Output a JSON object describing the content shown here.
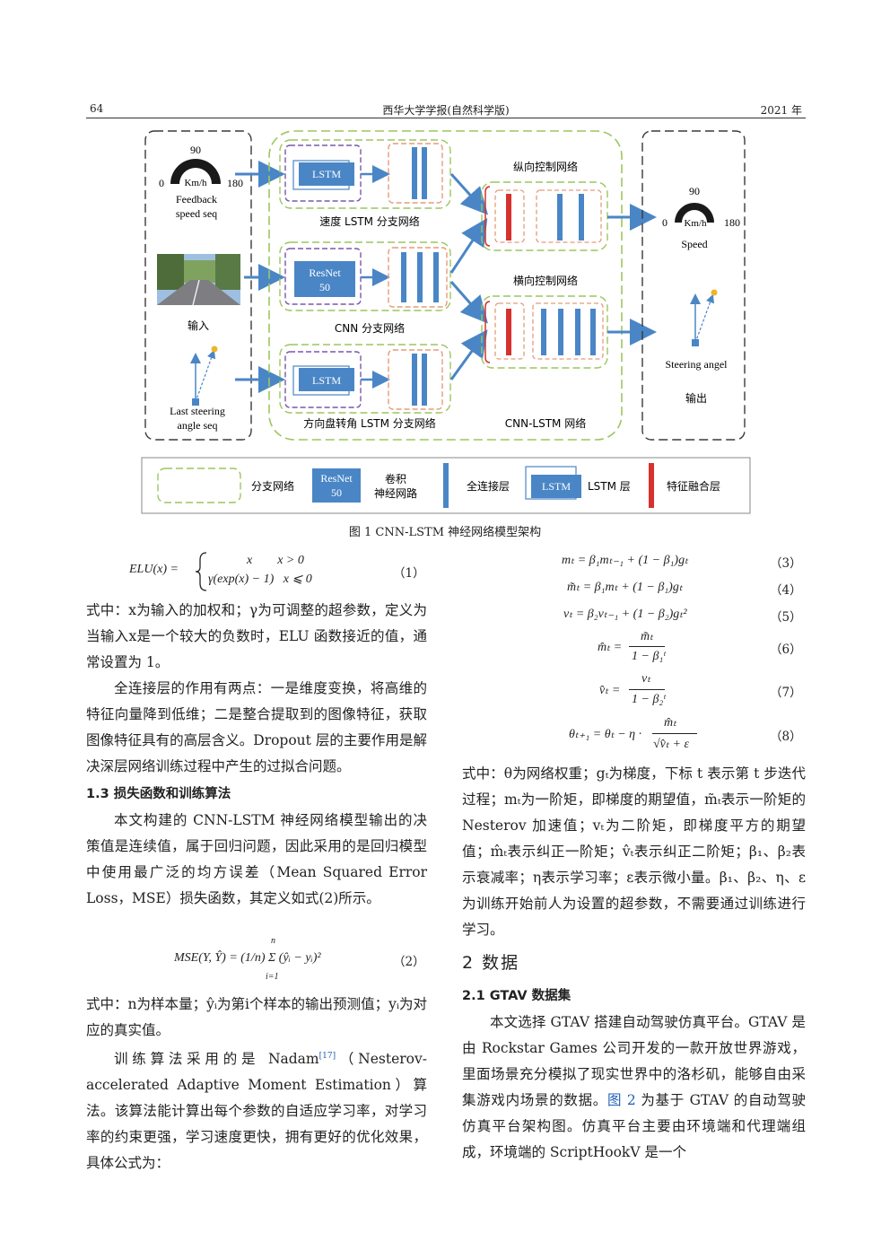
{
  "header": {
    "page_number": "64",
    "journal": "西华大学学报(自然科学版)",
    "year": "2021 年"
  },
  "figure": {
    "gauge_left": {
      "min": "0",
      "mid": "90",
      "max": "180",
      "unit": "Km/h"
    },
    "input_labels": {
      "feedback": "Feedback",
      "speed_seq": "speed seq",
      "input": "输入",
      "last_steering": "Last steering",
      "angle_seq": "angle seq"
    },
    "branch_labels": {
      "speed_lstm": "速度 LSTM 分支网络",
      "cnn": "CNN 分支网络",
      "steer_lstm": "方向盘转角 LSTM 分支网络"
    },
    "block_labels": {
      "lstm": "LSTM",
      "resnet_top": "ResNet",
      "resnet_bottom": "50"
    },
    "control_labels": {
      "longitudinal": "纵向控制网络",
      "lateral": "横向控制网络",
      "cnn_lstm": "CNN-LSTM 网络"
    },
    "gauge_right": {
      "min": "0",
      "mid": "90",
      "max": "180",
      "unit": "Km/h"
    },
    "output_labels": {
      "speed": "Speed",
      "steering": "Steering angel",
      "output": "输出"
    },
    "legend": {
      "branch": "分支网络",
      "resnet_top": "ResNet",
      "resnet_bottom": "50",
      "conv_top": "卷积",
      "conv_bottom": "神经网路",
      "fc": "全连接层",
      "lstm": "LSTM",
      "lstm_layer": "LSTM 层",
      "fusion": "特征融合层"
    },
    "caption": "图 1    CNN-LSTM 神经网络模型架构"
  },
  "colors": {
    "blue": "#4a86c6",
    "red": "#d6312d",
    "green_dash": "#9cc65f",
    "orange_dash": "#e69b7a",
    "purple_dash": "#7a58a8",
    "dark_dash": "#3a3a3a"
  },
  "left_column": {
    "eq1_lhs": "ELU(x) =",
    "eq1_case1": "x        x > 0",
    "eq1_case2": "γ(exp(x) − 1)   x ⩽ 0",
    "eq1_num": "（1）",
    "p1": "式中：x为输入的加权和；γ为可调整的超参数，定义为当输入x是一个较大的负数时，ELU 函数接近的值，通常设置为 1。",
    "p2": "全连接层的作用有两点：一是维度变换，将高维的特征向量降到低维；二是整合提取到的图像特征，获取图像特征具有的高层含义。Dropout 层的主要作用是解决深层网络训练过程中产生的过拟合问题。",
    "sec13": "1.3   损失函数和训练算法",
    "p3": "本文构建的 CNN-LSTM 神经网络模型输出的决策值是连续值，属于回归问题，因此采用的是回归模型中使用最广泛的均方误差（Mean Squared Error Loss，MSE）损失函数，其定义如式(2)所示。",
    "eq2": "MSE(Y, Ŷ) = (1/n) Σ (ŷᵢ − yᵢ)²",
    "eq2_top": "n",
    "eq2_bottom": "i=1",
    "eq2_num": "（2）",
    "p4": "式中：n为样本量；ŷᵢ为第i个样本的输出预测值；yᵢ为对应的真实值。",
    "p5a": "训练算法采用的是 Nadam",
    "p5ref": "[17]",
    "p5b": "（Nesterov-accelerated Adaptive Moment Estimation）算法。该算法能计算出每个参数的自适应学习率，对学习率的约束更强，学习速度更快，拥有更好的优化效果，具体公式为："
  },
  "right_column": {
    "eq3": "mₜ = β₁mₜ₋₁ + (1 − β₁)gₜ",
    "eq3_num": "（3）",
    "eq4": "m̃ₜ = β₁mₜ + (1 − β₁)gₜ",
    "eq4_num": "（4）",
    "eq5": "vₜ = β₂vₜ₋₁ + (1 − β₂)gₜ²",
    "eq5_num": "（5）",
    "eq6_lhs": "m̂ₜ =",
    "eq6_num_top": "m̃ₜ",
    "eq6_den": "1 − β₁ᵗ",
    "eq6_num": "（6）",
    "eq7_lhs": "v̂ₜ =",
    "eq7_num_top": "vₜ",
    "eq7_den": "1 − β₂ᵗ",
    "eq7_num": "（7）",
    "eq8_lhs": "θₜ₊₁ = θₜ − η ·",
    "eq8_num_top": "m̂ₜ",
    "eq8_den": "√v̂ₜ + ε",
    "eq8_num": "（8）",
    "p1": "式中：θ为网络权重；gₜ为梯度，下标 t 表示第 t 步迭代过程；mₜ为一阶矩，即梯度的期望值，m̃ₜ表示一阶矩的 Nesterov 加速值；vₜ为二阶矩，即梯度平方的期望值；m̂ₜ表示纠正一阶矩；v̂ₜ表示纠正二阶矩；β₁、β₂表示衰减率；η表示学习率；ε表示微小量。β₁、β₂、η、ε为训练开始前人为设置的超参数，不需要通过训练进行学习。",
    "sec2": "2    数据",
    "sec21": "2.1    GTAV 数据集",
    "p2a": "本文选择 GTAV 搭建自动驾驶仿真平台。GTAV 是由 Rockstar Games 公司开发的一款开放世界游戏，里面场景充分模拟了现实世界中的洛杉矶，能够自由采集游戏内场景的数据。",
    "p2link": "图 2",
    "p2b": " 为基于 GTAV 的自动驾驶仿真平台架构图。仿真平台主要由环境端和代理端组成，环境端的 ScriptHookV 是一个"
  }
}
